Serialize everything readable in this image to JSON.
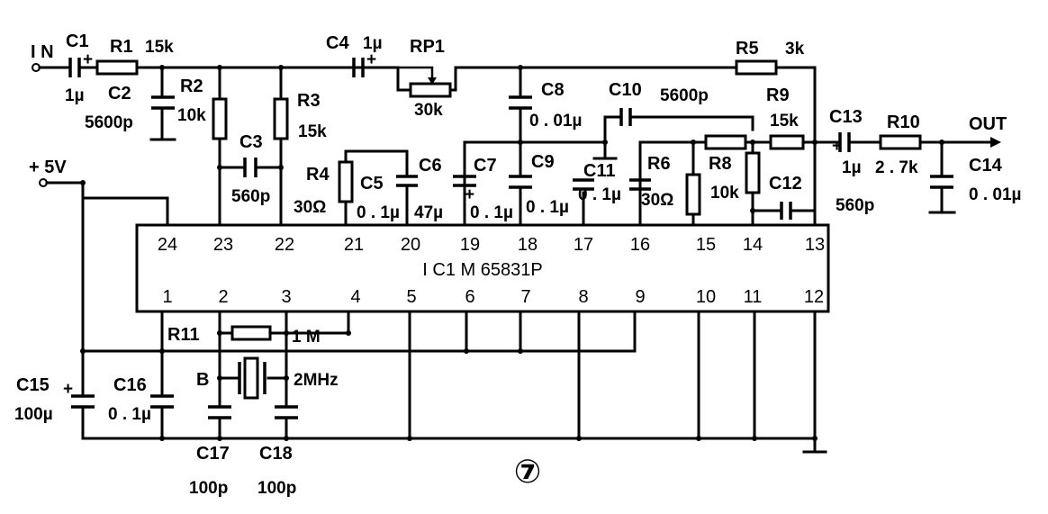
{
  "terminals": {
    "in": "I N",
    "out": "OUT",
    "supply": "+ 5V"
  },
  "ic": {
    "name": "I C1  M 65831P",
    "top_pins": [
      "24",
      "23",
      "22",
      "21",
      "20",
      "19",
      "18",
      "17",
      "16",
      "15",
      "14",
      "13"
    ],
    "bottom_pins": [
      "1",
      "2",
      "3",
      "4",
      "5",
      "6",
      "7",
      "8",
      "9",
      "10",
      "11",
      "12"
    ]
  },
  "components": {
    "C1": {
      "ref": "C1",
      "value": "1µ"
    },
    "R1": {
      "ref": "R1",
      "value": "15k"
    },
    "C2": {
      "ref": "C2",
      "value": "5600p"
    },
    "R2": {
      "ref": "R2",
      "value": "10k"
    },
    "C3": {
      "ref": "C3",
      "value": "560p"
    },
    "R3": {
      "ref": "R3",
      "value": "15k"
    },
    "C4": {
      "ref": "C4",
      "value": "1µ"
    },
    "RP1": {
      "ref": "RP1",
      "value": "30k"
    },
    "R4": {
      "ref": "R4",
      "value": "30Ω"
    },
    "C5": {
      "ref": "C5",
      "value": "0 . 1µ"
    },
    "C6": {
      "ref": "C6",
      "value": "47µ"
    },
    "C7": {
      "ref": "C7",
      "value": "0 . 1µ"
    },
    "C8": {
      "ref": "C8",
      "value": "0 . 01µ"
    },
    "C9": {
      "ref": "C9",
      "value": "0 . 1µ"
    },
    "C10": {
      "ref": "C10",
      "value": "5600p"
    },
    "C11": {
      "ref": "C11",
      "value": "0 . 1µ"
    },
    "R5": {
      "ref": "R5",
      "value": "3k"
    },
    "R6": {
      "ref": "R6",
      "value": "30Ω"
    },
    "R8": {
      "ref": "R8",
      "value": "10k"
    },
    "R9": {
      "ref": "R9",
      "value": "15k"
    },
    "C12": {
      "ref": "C12",
      "value": "560p"
    },
    "C13": {
      "ref": "C13",
      "value": "1µ"
    },
    "R10": {
      "ref": "R10",
      "value": "2 . 7k"
    },
    "C14": {
      "ref": "C14",
      "value": "0 . 01µ"
    },
    "R11": {
      "ref": "R11",
      "value": "1 M"
    },
    "B": {
      "ref": "B",
      "value": "2MHz"
    },
    "C15": {
      "ref": "C15",
      "value": "100µ"
    },
    "C16": {
      "ref": "C16",
      "value": "0 . 1µ"
    },
    "C17": {
      "ref": "C17",
      "value": "100p"
    },
    "C18": {
      "ref": "C18",
      "value": "100p"
    }
  },
  "figure_number": "⑦"
}
